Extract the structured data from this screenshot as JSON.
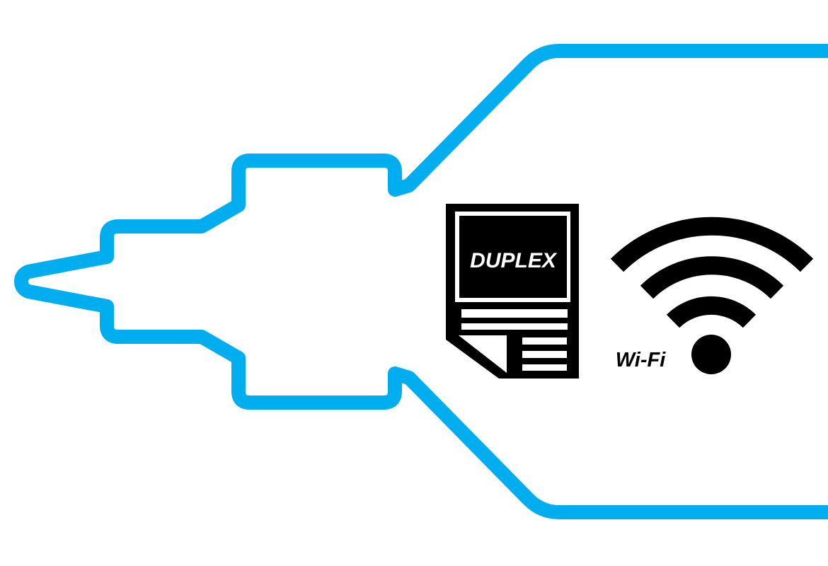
{
  "colors": {
    "background": "#ffffff",
    "outline": "#00adef",
    "icon": "#000000"
  },
  "graphic": {
    "outline_shape": "connector-outline",
    "features": [
      {
        "icon": "duplex-document-icon",
        "label": "DUPLEX"
      },
      {
        "icon": "wifi-icon",
        "label": "Wi-Fi"
      }
    ]
  }
}
